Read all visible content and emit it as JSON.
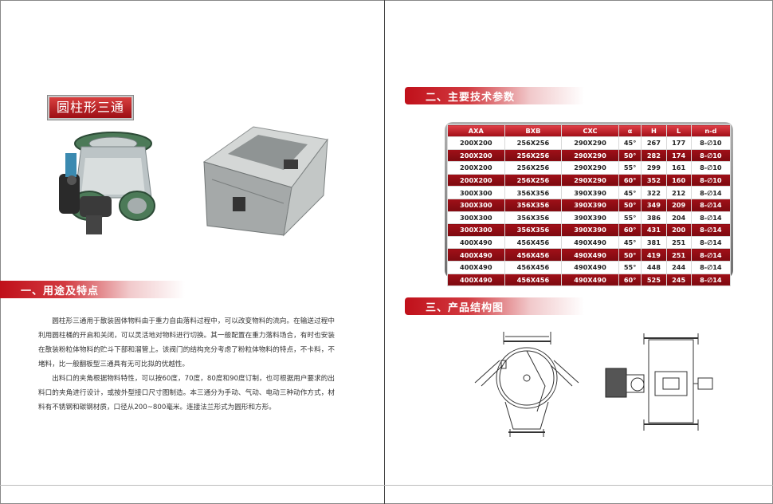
{
  "left_page": {
    "product_title": "圆柱形三通",
    "section1_title": "一、用途及特点",
    "paragraphs": [
      "圆柱形三通用于散装固体物料由于重力自由落料过程中，可以改变物料的流向。在输送过程中利用圆柱桶的开启和关闭，可以灵活地对物料进行切换。其一般配置在重力落料场合，有时也安装在散装粉粒体物料的贮斗下部和溜管上。该阀门的结构充分考虑了粉粒体物料的特点，不卡料，不堵料，比一般翻板型三通具有无可比拟的优越性。",
      "出料口的夹角根据物料特性，可以按60度，70度，80度和90度订制，也可根据用户要求的出料口的夹角进行设计，或按外型接口尺寸图制造。本三通分为手动、气动、电动三种动作方式，材料有不锈钢和碳钢材质，口径从200~800毫米。连接法兰形式为圆形和方形。"
    ]
  },
  "right_page": {
    "section2_title": "二、主要技术参数",
    "section3_title": "三、产品结构图",
    "table": {
      "headers": [
        "AXA",
        "BXB",
        "CXC",
        "α",
        "H",
        "L",
        "n-d"
      ],
      "rows": [
        [
          "200X200",
          "256X256",
          "290X290",
          "45°",
          "267",
          "177",
          "8-∅10"
        ],
        [
          "200X200",
          "256X256",
          "290X290",
          "50°",
          "282",
          "174",
          "8-∅10"
        ],
        [
          "200X200",
          "256X256",
          "290X290",
          "55°",
          "299",
          "161",
          "8-∅10"
        ],
        [
          "200X200",
          "256X256",
          "290X290",
          "60°",
          "352",
          "160",
          "8-∅10"
        ],
        [
          "300X300",
          "356X356",
          "390X390",
          "45°",
          "322",
          "212",
          "8-∅14"
        ],
        [
          "300X300",
          "356X356",
          "390X390",
          "50°",
          "349",
          "209",
          "8-∅14"
        ],
        [
          "300X300",
          "356X356",
          "390X390",
          "55°",
          "386",
          "204",
          "8-∅14"
        ],
        [
          "300X300",
          "356X356",
          "390X390",
          "60°",
          "431",
          "200",
          "8-∅14"
        ],
        [
          "400X490",
          "456X456",
          "490X490",
          "45°",
          "381",
          "251",
          "8-∅14"
        ],
        [
          "400X490",
          "456X456",
          "490X490",
          "50°",
          "419",
          "251",
          "8-∅14"
        ],
        [
          "400X490",
          "456X456",
          "490X490",
          "55°",
          "448",
          "244",
          "8-∅14"
        ],
        [
          "400X490",
          "456X456",
          "490X490",
          "60°",
          "525",
          "245",
          "8-∅14"
        ]
      ]
    }
  },
  "colors": {
    "accent_red": "#b0101a",
    "table_frame": "#8a8a8a"
  }
}
